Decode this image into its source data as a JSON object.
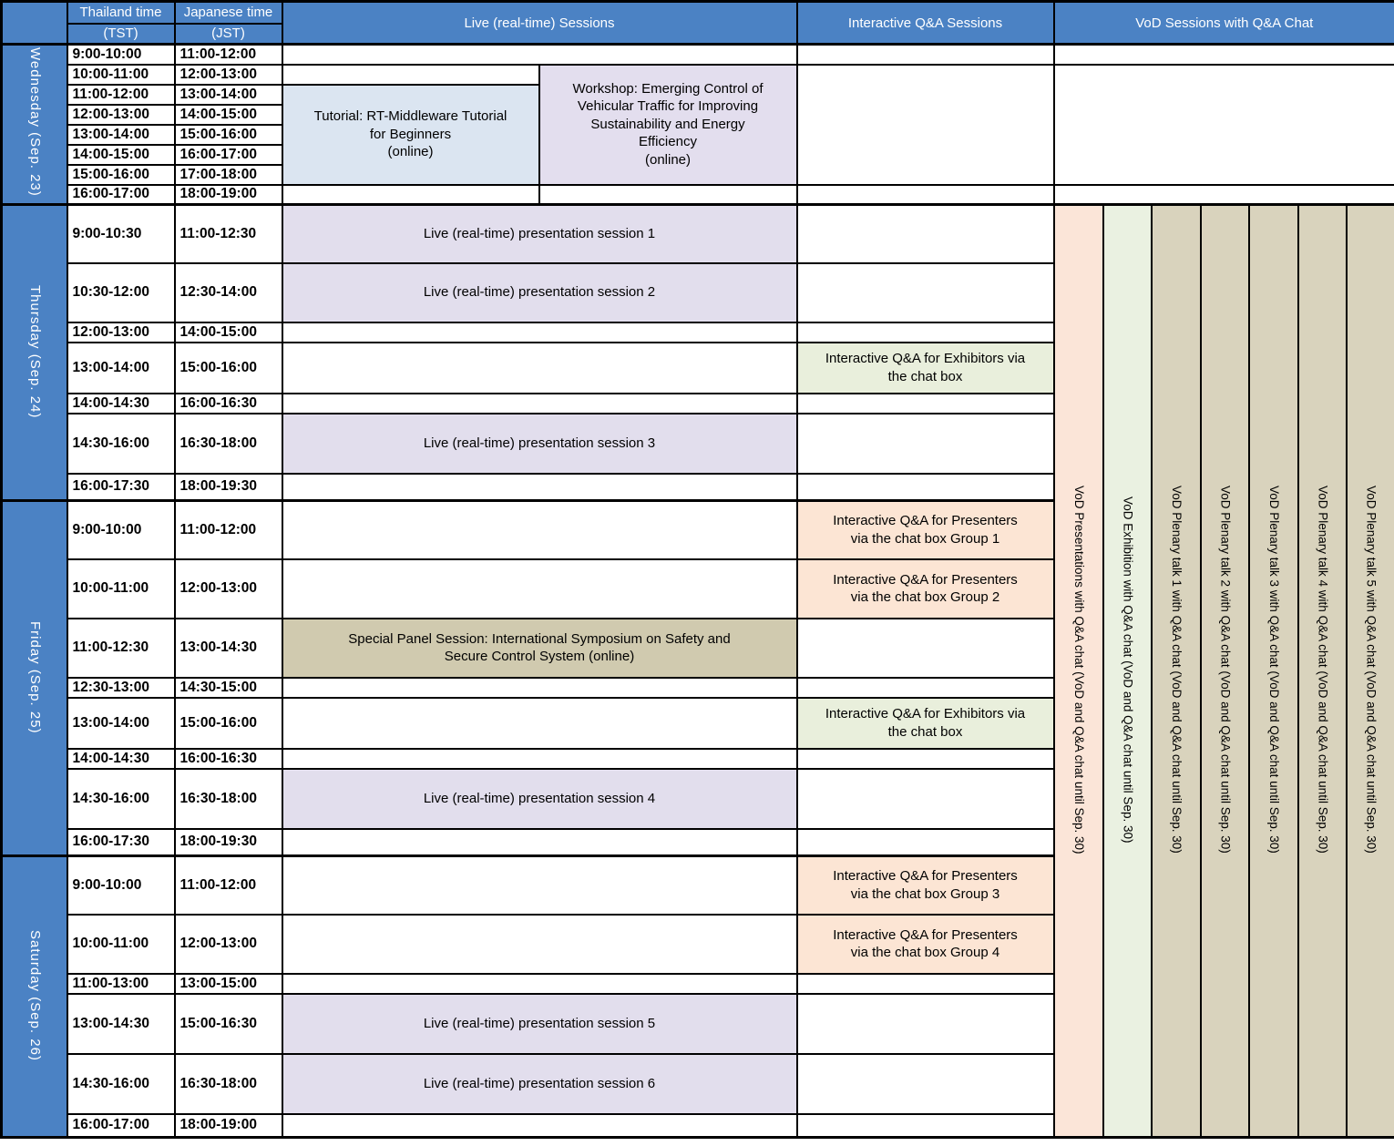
{
  "header": {
    "tst_line1": "Thailand time",
    "tst_line2": "(TST)",
    "jst_line1": "Japanese time",
    "jst_line2": "(JST)",
    "live": "Live (real-time) Sessions",
    "qa": "Interactive Q&A Sessions",
    "vod": "VoD Sessions with Q&A Chat"
  },
  "colors": {
    "header_blue": "#4b82c4",
    "tutorial_blue": "#dbe5f1",
    "workshop_purple": "#e3deee",
    "session_purple": "#e2deed",
    "panel_tan": "#d0caaf",
    "exhibitors_green": "#e9efdc",
    "presenters_peach": "#fce5d4",
    "vod_presentations_peach": "#fbe5d8",
    "vod_exhibition_green": "#eaf1e1",
    "vod_plenary_tan": "#d9d3bd",
    "border_black": "#000000"
  },
  "vod_columns": [
    "VoD Presentations with Q&A chat  (VoD and Q&A chat until Sep. 30)",
    "VoD Exhibition with Q&A chat   (VoD and Q&A chat until Sep. 30)",
    "VoD Plenary talk 1 with Q&A chat  (VoD and Q&A chat until Sep. 30)",
    "VoD Plenary talk 2 with Q&A chat  (VoD and Q&A chat until Sep. 30)",
    "VoD Plenary talk 3 with Q&A chat  (VoD and Q&A chat until Sep. 30)",
    "VoD Plenary talk 4 with Q&A chat  (VoD and Q&A chat until Sep. 30)",
    "VoD Plenary talk 5 with Q&A chat  (VoD and Q&A chat until Sep. 30)"
  ],
  "days": [
    {
      "label": "Wednesday (Sep. 23)",
      "times": [
        {
          "tst": "9:00-10:00",
          "jst": "11:00-12:00"
        },
        {
          "tst": "10:00-11:00",
          "jst": "12:00-13:00"
        },
        {
          "tst": "11:00-12:00",
          "jst": "13:00-14:00"
        },
        {
          "tst": "12:00-13:00",
          "jst": "14:00-15:00"
        },
        {
          "tst": "13:00-14:00",
          "jst": "15:00-16:00"
        },
        {
          "tst": "14:00-15:00",
          "jst": "16:00-17:00"
        },
        {
          "tst": "15:00-16:00",
          "jst": "17:00-18:00"
        },
        {
          "tst": "16:00-17:00",
          "jst": "18:00-19:00"
        }
      ],
      "events": {
        "tutorial": "Tutorial: RT-Middleware Tutorial\nfor Beginners\n(online)",
        "workshop": "Workshop: Emerging Control of\nVehicular Traffic for Improving\nSustainability and Energy\nEfficiency\n(online)"
      }
    },
    {
      "label": "Thursday (Sep. 24)",
      "times": [
        {
          "tst": "9:00-10:30",
          "jst": "11:00-12:30"
        },
        {
          "tst": "10:30-12:00",
          "jst": "12:30-14:00"
        },
        {
          "tst": "12:00-13:00",
          "jst": "14:00-15:00"
        },
        {
          "tst": "13:00-14:00",
          "jst": "15:00-16:00"
        },
        {
          "tst": "14:00-14:30",
          "jst": "16:00-16:30"
        },
        {
          "tst": "14:30-16:00",
          "jst": "16:30-18:00"
        },
        {
          "tst": "16:00-17:30",
          "jst": "18:00-19:30"
        }
      ],
      "events": {
        "session1": "Live (real-time) presentation session 1",
        "session2": "Live (real-time) presentation session 2",
        "qa_exhibitors": "Interactive Q&A for Exhibitors via\nthe chat box",
        "session3": "Live (real-time) presentation session 3"
      }
    },
    {
      "label": "Friday (Sep. 25)",
      "times": [
        {
          "tst": "9:00-10:00",
          "jst": "11:00-12:00"
        },
        {
          "tst": "10:00-11:00",
          "jst": "12:00-13:00"
        },
        {
          "tst": "11:00-12:30",
          "jst": "13:00-14:30"
        },
        {
          "tst": "12:30-13:00",
          "jst": "14:30-15:00"
        },
        {
          "tst": "13:00-14:00",
          "jst": "15:00-16:00"
        },
        {
          "tst": "14:00-14:30",
          "jst": "16:00-16:30"
        },
        {
          "tst": "14:30-16:00",
          "jst": "16:30-18:00"
        },
        {
          "tst": "16:00-17:30",
          "jst": "18:00-19:30"
        }
      ],
      "events": {
        "qa_group1": "Interactive Q&A for Presenters\nvia the chat box Group 1",
        "qa_group2": "Interactive Q&A for Presenters\nvia the chat box Group 2",
        "panel": "Special Panel Session: International Symposium on Safety and\nSecure Control System (online)",
        "qa_exhibitors": "Interactive Q&A for Exhibitors via\nthe chat box",
        "session4": "Live (real-time) presentation session 4"
      }
    },
    {
      "label": "Saturday (Sep. 26)",
      "times": [
        {
          "tst": "9:00-10:00",
          "jst": "11:00-12:00"
        },
        {
          "tst": "10:00-11:00",
          "jst": "12:00-13:00"
        },
        {
          "tst": "11:00-13:00",
          "jst": "13:00-15:00"
        },
        {
          "tst": "13:00-14:30",
          "jst": "15:00-16:30"
        },
        {
          "tst": "14:30-16:00",
          "jst": "16:30-18:00"
        },
        {
          "tst": "16:00-17:00",
          "jst": "18:00-19:00"
        }
      ],
      "events": {
        "qa_group3": "Interactive Q&A for Presenters\nvia the chat box Group 3",
        "qa_group4": "Interactive Q&A for Presenters\nvia the chat box Group 4",
        "session5": "Live (real-time) presentation session 5",
        "session6": "Live (real-time) presentation session 6"
      }
    }
  ]
}
